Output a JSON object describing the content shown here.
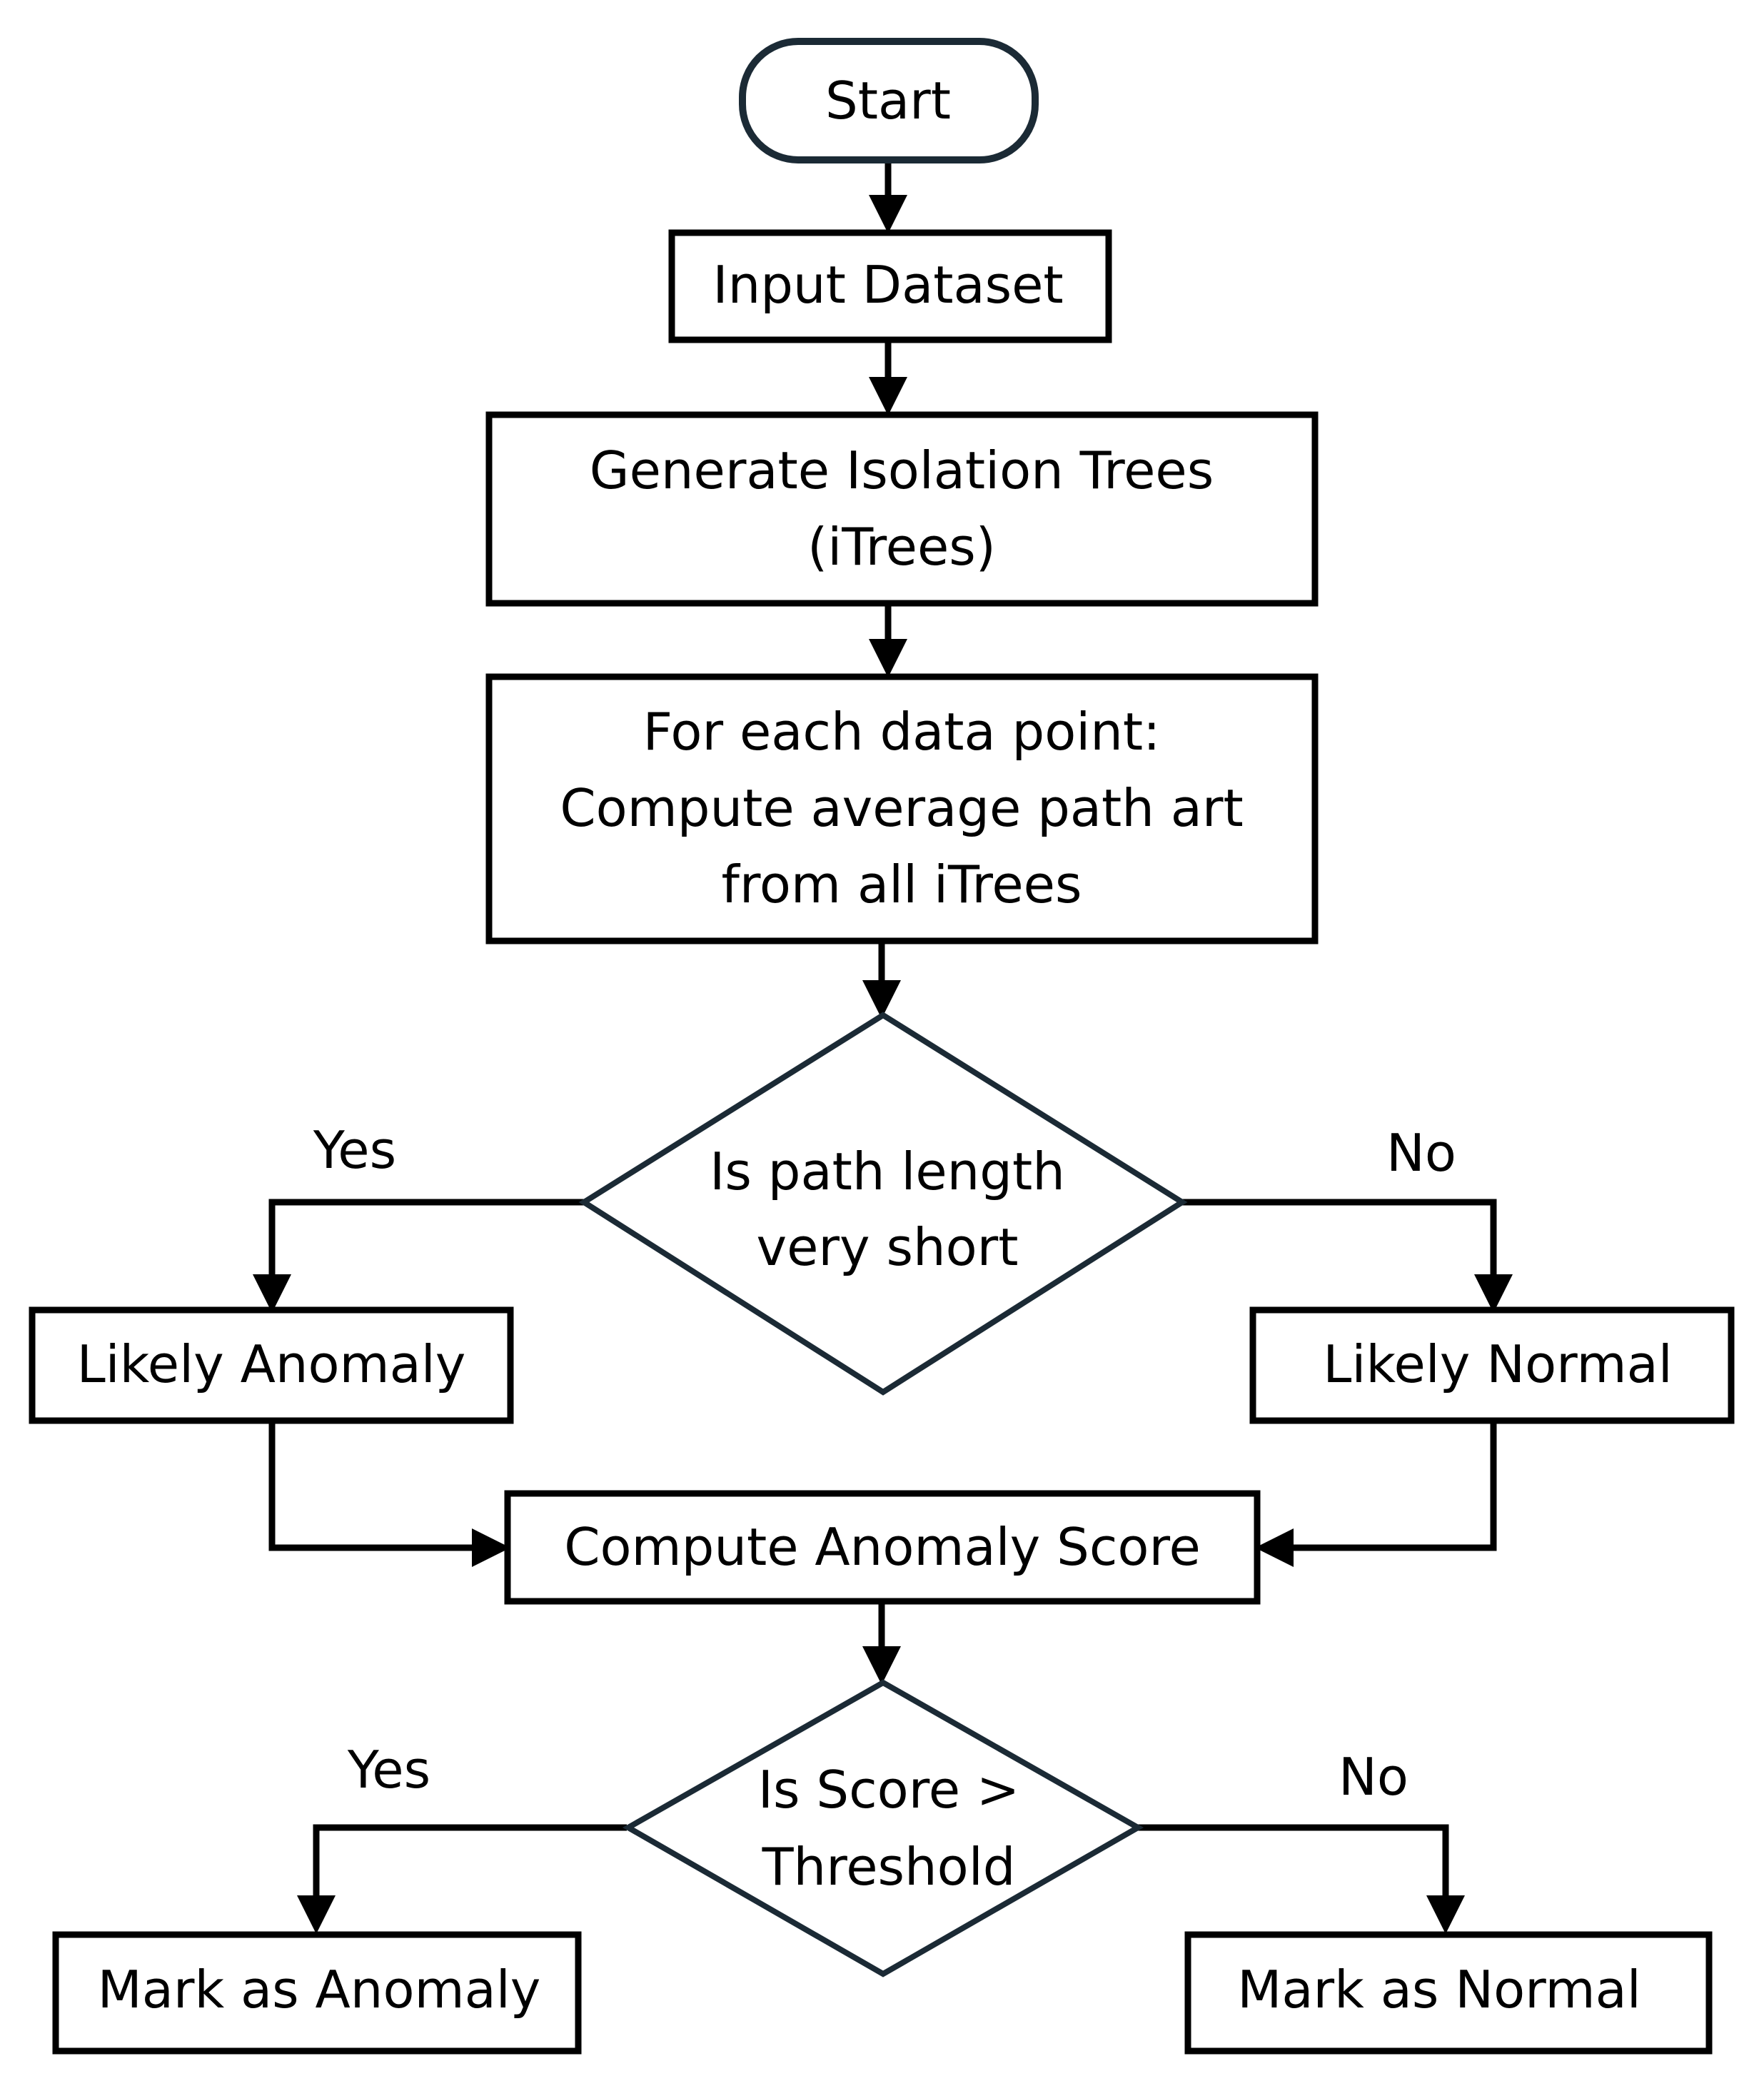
{
  "nodes": {
    "start": "Start",
    "input": "Input Dataset",
    "generate": [
      "Generate Isolation Trees",
      "(iTrees)"
    ],
    "compute_path": [
      "For each data point:",
      "Compute average path art",
      "from all iTrees"
    ],
    "decision_path": [
      "Is path length",
      "very short"
    ],
    "likely_anomaly": "Likely Anomaly",
    "likely_normal": "Likely Normal",
    "compute_score": "Compute Anomaly Score",
    "decision_score": [
      "Is Score >",
      "Threshold"
    ],
    "mark_anomaly": "Mark as Anomaly",
    "mark_normal": "Mark as Normal"
  },
  "branches": {
    "path_yes": "Yes",
    "path_no": "No",
    "score_yes": "Yes",
    "score_no": "No"
  }
}
